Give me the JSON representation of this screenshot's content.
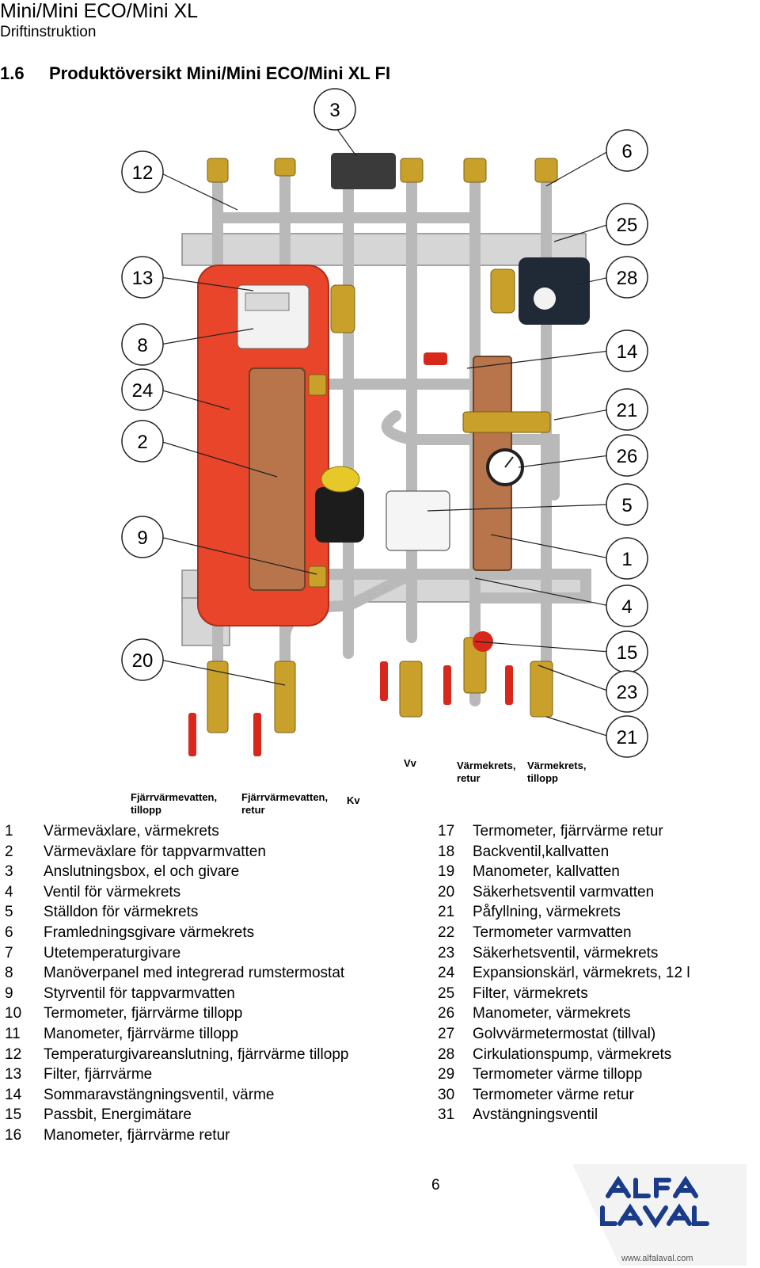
{
  "header": {
    "title": "Mini/Mini ECO/Mini XL",
    "subtitle": "Driftinstruktion"
  },
  "section": {
    "number": "1.6",
    "title": "Produktöversikt Mini/Mini ECO/Mini XL FI"
  },
  "figure": {
    "callouts_left": [
      "12",
      "13",
      "8",
      "24",
      "2",
      "9",
      "20"
    ],
    "callouts_top": "3",
    "callouts_right": [
      "6",
      "25",
      "28",
      "14",
      "21",
      "26",
      "5",
      "1",
      "4",
      "15",
      "23",
      "21"
    ],
    "labels": {
      "fjv_tillopp_1": "Fjärrvärmevatten,",
      "fjv_tillopp_2": "tillopp",
      "fjv_retur_1": "Fjärrvärmevatten,",
      "fjv_retur_2": "retur",
      "kv": "Kv",
      "vv": "Vv",
      "vk_retur_1": "Värmekrets,",
      "vk_retur_2": "retur",
      "vk_tillopp_1": "Värmekrets,",
      "vk_tillopp_2": "tillopp"
    }
  },
  "legend_left": [
    {
      "n": "1",
      "text": "Värmeväxlare, värmekrets"
    },
    {
      "n": "2",
      "text": "Värmeväxlare för tappvarmvatten"
    },
    {
      "n": "3",
      "text": "Anslutningsbox, el och givare"
    },
    {
      "n": "4",
      "text": "Ventil för värmekrets"
    },
    {
      "n": "5",
      "text": "Ställdon för värmekrets"
    },
    {
      "n": "6",
      "text": "Framledningsgivare värmekrets"
    },
    {
      "n": "7",
      "text": "Utetemperaturgivare"
    },
    {
      "n": "8",
      "text": "Manöverpanel med integrerad rumstermostat"
    },
    {
      "n": "9",
      "text": "Styrventil för tappvarmvatten"
    },
    {
      "n": "10",
      "text": "Termometer, fjärrvärme tillopp"
    },
    {
      "n": "11",
      "text": "Manometer, fjärrvärme tillopp"
    },
    {
      "n": "12",
      "text": "Temperaturgivareanslutning, fjärrvärme tillopp"
    },
    {
      "n": "13",
      "text": "Filter, fjärrvärme"
    },
    {
      "n": "14",
      "text": "Sommaravstängningsventil, värme"
    },
    {
      "n": "15",
      "text": "Passbit, Energimätare"
    },
    {
      "n": "16",
      "text": "Manometer, fjärrvärme retur"
    }
  ],
  "legend_right": [
    {
      "n": "17",
      "text": "Termometer, fjärrvärme retur"
    },
    {
      "n": "18",
      "text": "Backventil,kallvatten"
    },
    {
      "n": "19",
      "text": "Manometer, kallvatten"
    },
    {
      "n": "20",
      "text": "Säkerhetsventil varmvatten"
    },
    {
      "n": "21",
      "text": "Påfyllning, värmekrets"
    },
    {
      "n": "22",
      "text": "Termometer varmvatten"
    },
    {
      "n": "23",
      "text": "Säkerhetsventil, värmekrets"
    },
    {
      "n": "24",
      "text": "Expansionskärl, värmekrets, 12 l"
    },
    {
      "n": "25",
      "text": "Filter, värmekrets"
    },
    {
      "n": "26",
      "text": "Manometer, värmekrets"
    },
    {
      "n": "27",
      "text": "Golvvärmetermostat (tillval)"
    },
    {
      "n": "28",
      "text": "Cirkulationspump, värmekrets"
    },
    {
      "n": "29",
      "text": "Termometer värme tillopp"
    },
    {
      "n": "30",
      "text": "Termometer värme retur"
    },
    {
      "n": "31",
      "text": "Avstängningsventil"
    }
  ],
  "footer": {
    "page": "6",
    "url": "www.alfalaval.com"
  },
  "colors": {
    "tank": "#e8452a",
    "hex": "#b8744a",
    "pipe": "#b9b9b9",
    "brass": "#c9a12a",
    "valve_red": "#d8281c",
    "pump": "#1f2a36"
  }
}
